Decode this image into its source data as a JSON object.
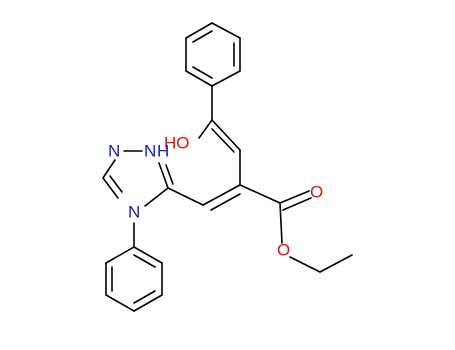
{
  "molecule": {
    "labels": {
      "hydroxyl": "HO",
      "triazole_n1": "N",
      "triazole_n2": "N",
      "triazole_n2_h": "H",
      "triazole_n4": "N",
      "carbonyl_o": "O",
      "ester_o": "O"
    },
    "colors": {
      "bond": "#000000",
      "oxygen": "#e0140f",
      "nitrogen": "#1c20b8"
    }
  }
}
